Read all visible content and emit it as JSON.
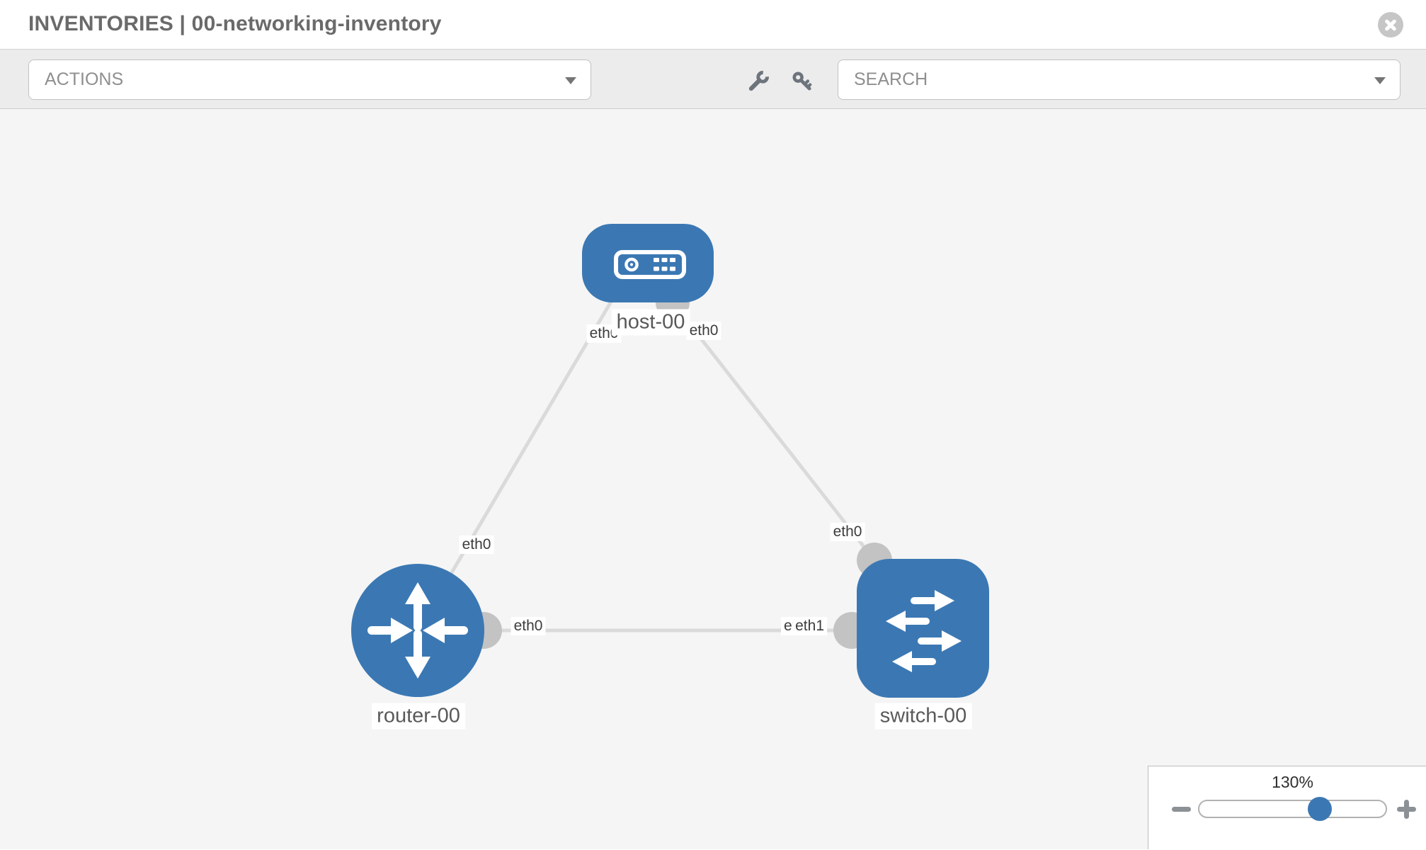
{
  "header": {
    "title": "INVENTORIES | 00-networking-inventory",
    "close_icon": "circle-x-icon"
  },
  "toolbar": {
    "actions_label": "ACTIONS",
    "search_label": "SEARCH",
    "icons": [
      "wrench-icon",
      "key-icon"
    ]
  },
  "topology": {
    "nodes": [
      {
        "label": "host-00",
        "type": "host",
        "icon": "host-faceplate-icon"
      },
      {
        "label": "router-00",
        "type": "router",
        "icon": "router-arrows-icon"
      },
      {
        "label": "switch-00",
        "type": "switch",
        "icon": "switch-arrows-icon"
      }
    ],
    "links": [
      {
        "from": "host-00",
        "from_if": "eth0",
        "to": "router-00",
        "to_if": "eth0"
      },
      {
        "from": "host-00",
        "from_if": "eth0",
        "to": "switch-00",
        "to_if": "eth0"
      },
      {
        "from": "router-00",
        "from_if": "eth0",
        "to": "switch-00",
        "to_if": "eth1",
        "to_if_overlapped": "eth0"
      }
    ]
  },
  "zoom_control": {
    "level": "130%",
    "minus_icon": "minus-icon",
    "plus_icon": "plus-icon"
  },
  "colors": {
    "node_blue": "#3b78b3",
    "link_gray": "#dadada",
    "port_gray": "#c3c3c3",
    "canvas_bg": "#f5f5f5"
  }
}
